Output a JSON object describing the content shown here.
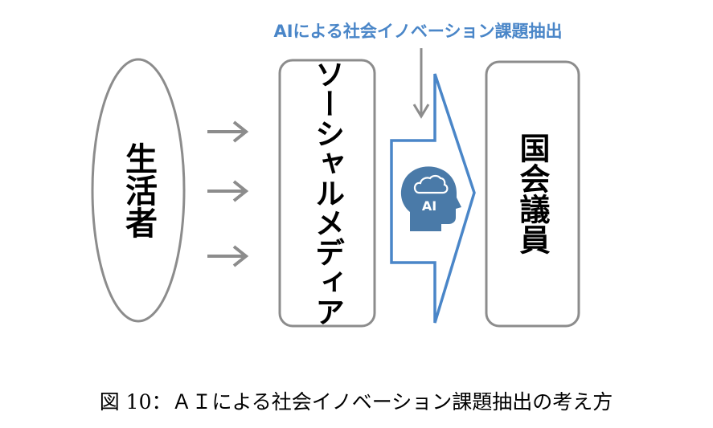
{
  "diagram": {
    "nodes": {
      "citizens": "生活者",
      "social_media": "ソーシャルメディア",
      "diet_members": "国会議員"
    },
    "ai_process_label": "AIによる社会イノベーション課題抽出",
    "ai_icon_text": "AI",
    "icon": "ai-head-icon",
    "colors": {
      "box_border": "#8c8c8c",
      "arrow_gray": "#8c8c8c",
      "accent_blue": "#4a86c8",
      "icon_blue": "#4a7aa8"
    }
  },
  "caption": "図 10：ＡＩによる社会イノベーション課題抽出の考え方"
}
